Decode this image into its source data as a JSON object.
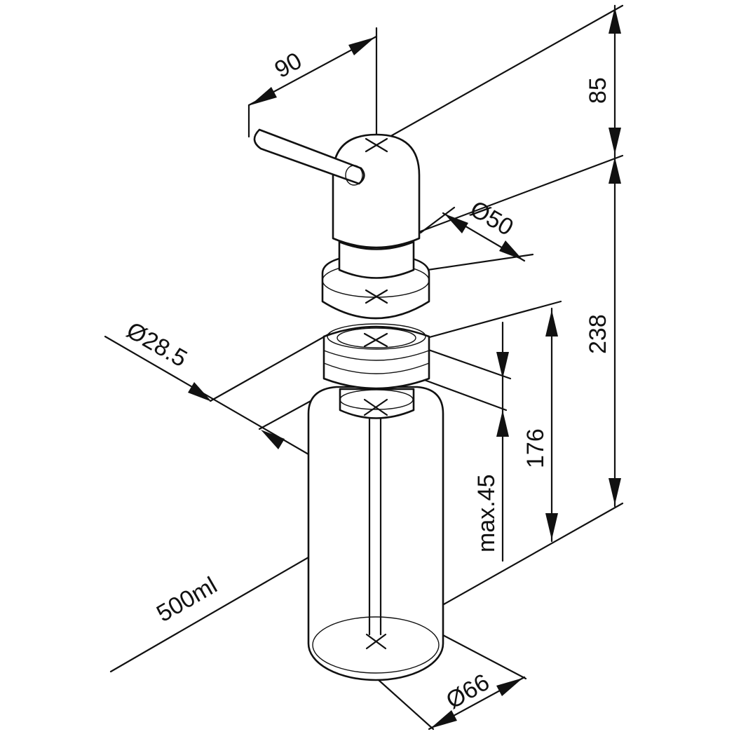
{
  "drawing": {
    "line_color": "#111111",
    "background": "#ffffff",
    "dimensions": {
      "spout_length": "90",
      "head_height": "85",
      "total_height": "238",
      "head_diameter": "Ø50",
      "thread_diameter": "Ø28.5",
      "bottle_height": "176",
      "max_counter_thickness": "max.45",
      "bottle_diameter": "Ø66",
      "bottle_volume": "500ml"
    }
  }
}
